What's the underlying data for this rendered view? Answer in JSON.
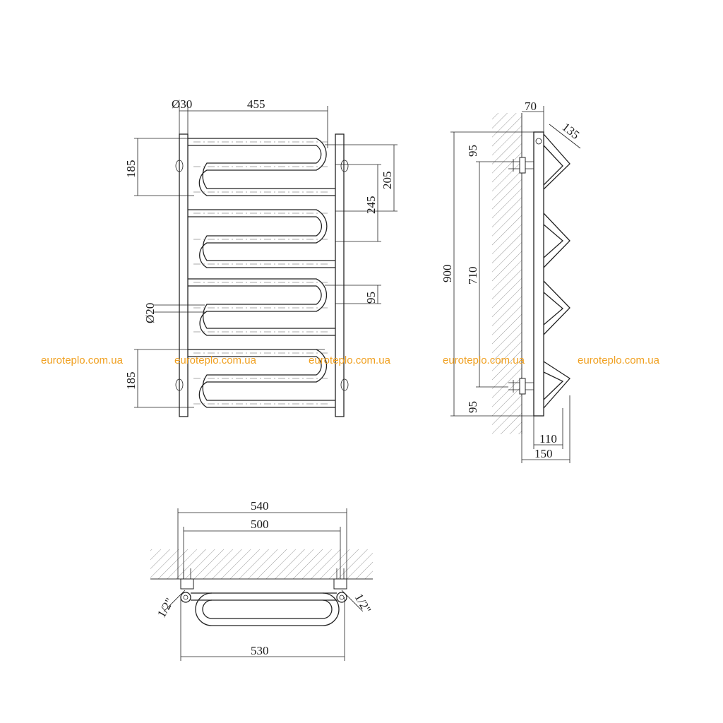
{
  "dimensions": {
    "front_d30": "Ø30",
    "front_455": "455",
    "front_185_top": "185",
    "front_205": "205",
    "front_245": "245",
    "front_95": "95",
    "front_d20": "Ø20",
    "front_185_bottom": "185",
    "side_70": "70",
    "side_135": "135",
    "side_95_top": "95",
    "side_900": "900",
    "side_710": "710",
    "side_95_bottom": "95",
    "side_110": "110",
    "side_150": "150",
    "top_540": "540",
    "top_500": "500",
    "top_530": "530",
    "thread_left": "1/2\"",
    "thread_right": "1/2\""
  },
  "watermark": {
    "text": "euroteplo.com.ua",
    "color": "#f0a020"
  },
  "colors": {
    "line": "#222222",
    "hatch": "#9a9a9a"
  }
}
